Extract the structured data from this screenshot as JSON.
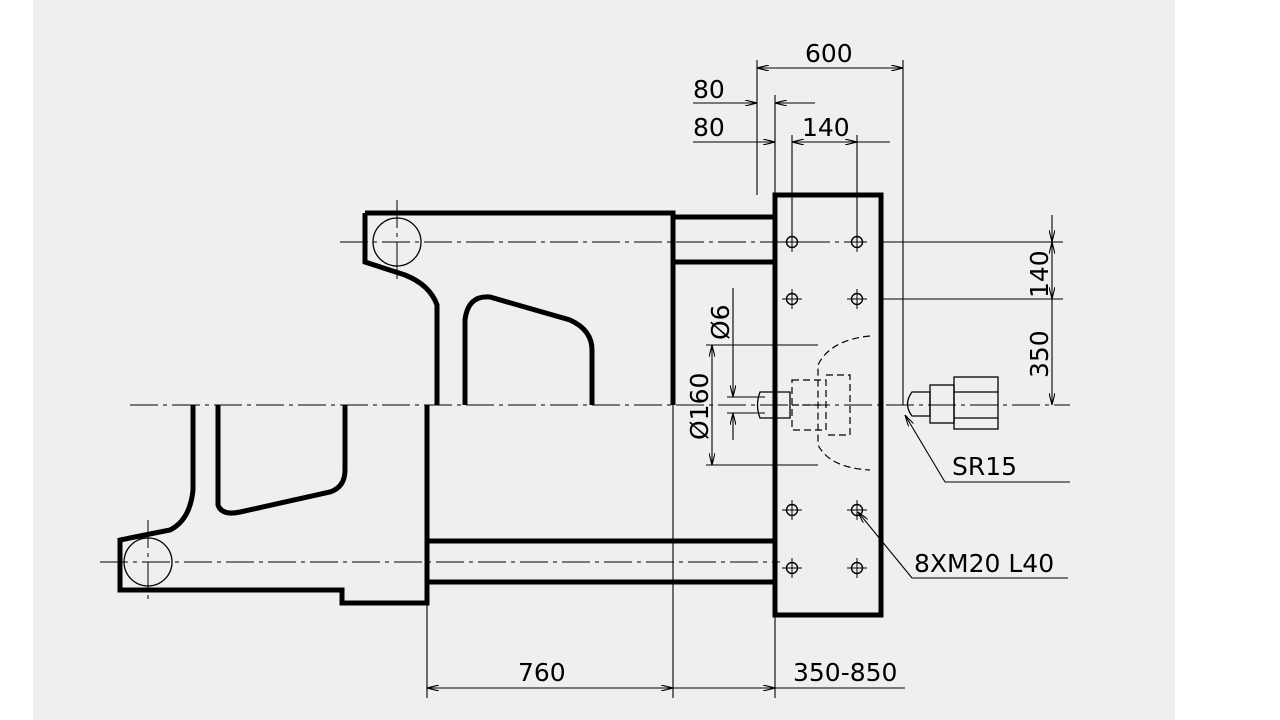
{
  "drawing": {
    "dimensions": {
      "top_width": "600",
      "offset_a": "80",
      "offset_b": "80",
      "hole_spacing_h": "140",
      "hole_spacing_v": "140",
      "hole_to_center": "350",
      "hole_diameter": "Ø6",
      "locating_ring": "Ø160",
      "nozzle_radius": "SR15",
      "bolt_holes": "8XM20 L40",
      "stroke": "760",
      "platen_range": "350-850"
    }
  }
}
